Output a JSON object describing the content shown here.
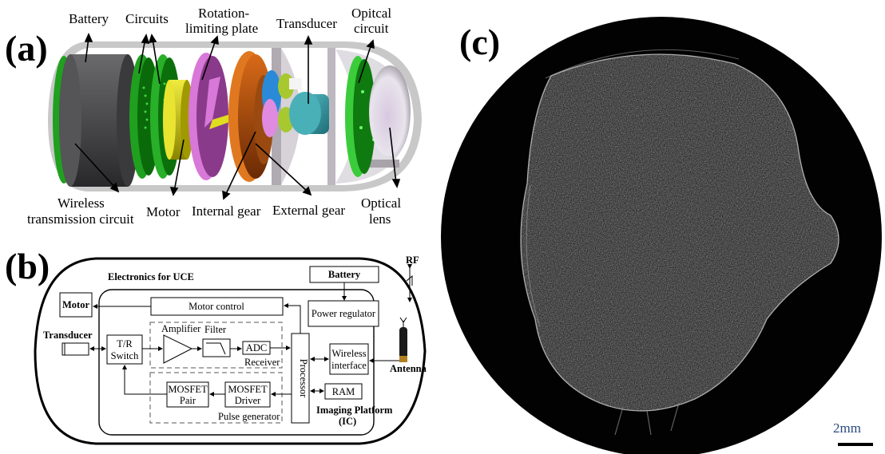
{
  "panels": {
    "a": {
      "label": "(a)",
      "top_labels": {
        "battery": "Battery",
        "circuits": "Circuits",
        "rotation_plate_1": "Rotation-",
        "rotation_plate_2": "limiting plate",
        "transducer": "Transducer",
        "optical_circuit_1": "Opitcal",
        "optical_circuit_2": "circuit"
      },
      "bottom_labels": {
        "wireless_1": "Wireless",
        "wireless_2": "transmission circuit",
        "motor": "Motor",
        "internal_gear": "Internal gear",
        "external_gear": "External gear",
        "optical_lens_1": "Optical",
        "optical_lens_2": "lens"
      },
      "colors": {
        "shell": "#c8c8c8",
        "battery": "#4a4a4c",
        "circuit_green": "#1fa01f",
        "motor_yellow": "#d8d400",
        "plate_purple": "#a04aa0",
        "gear_orange": "#c05a10",
        "gear_blue": "#2a8ad8",
        "transducer_teal": "#3aa0a8",
        "lens_silver": "#d8d0dc"
      }
    },
    "b": {
      "label": "(b)",
      "title": "Electronics for UCE",
      "blocks": {
        "motor": "Motor",
        "transducer": "Transducer",
        "tr_switch_1": "T/R",
        "tr_switch_2": "Switch",
        "motor_control": "Motor control",
        "battery": "Battery",
        "power_regulator": "Power regulator",
        "amplifier": "Amplifier",
        "filter": "Filter",
        "adc": "ADC",
        "receiver": "Receiver",
        "processor": "Processor",
        "wireless_1": "Wireless",
        "wireless_2": "interface",
        "antenna": "Antenna",
        "rf": "RF",
        "mosfet_pair_1": "MOSFET",
        "mosfet_pair_2": "Pair",
        "mosfet_driver_1": "MOSFET",
        "mosfet_driver_2": "Driver",
        "pulse_generator": "Pulse generator",
        "ram": "RAM",
        "imaging_platform_1": "Imaging Platform",
        "imaging_platform_2": "(IC)"
      }
    },
    "c": {
      "label": "(c)",
      "scale_bar": "2mm",
      "scale_color": "#2b4a80"
    }
  }
}
